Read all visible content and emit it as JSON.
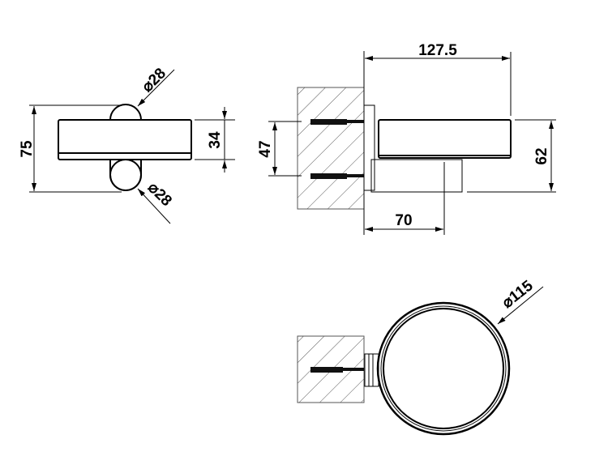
{
  "drawing": {
    "front_view": {
      "height": "75",
      "shelf_height": "34",
      "knob_top_diameter": "⌀28",
      "knob_bottom_diameter": "⌀28"
    },
    "side_view": {
      "depth": "127.5",
      "screw_spacing": "47",
      "total_height": "62",
      "bracket_depth": "70"
    },
    "top_view": {
      "diameter": "⌀115"
    },
    "colors": {
      "line": "#000000",
      "background": "#ffffff"
    }
  }
}
